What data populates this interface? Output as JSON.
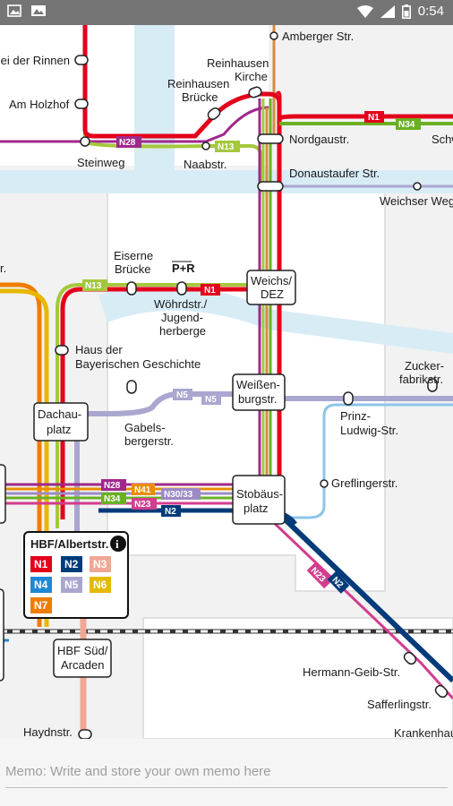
{
  "status_bar": {
    "time": "0:54"
  },
  "map": {
    "stations": {
      "amberger": "Amberger Str.",
      "bei_der_rinnen": "Bei der Rinnen",
      "reinhausen_kirche_1": "Reinhausen",
      "reinhausen_kirche_2": "Kirche",
      "reinhausen_bruecke_1": "Reinhausen",
      "reinhausen_bruecke_2": "Brücke",
      "am_holzhof": "Am Holzhof",
      "steinweg": "Steinweg",
      "naabstr": "Naabstr.",
      "nordgaustr": "Nordgaustr.",
      "donaustaufer": "Donaustaufer Str.",
      "weichser_weg": "Weichser Weg",
      "schw": "Schw",
      "eiserne_1": "Eiserne",
      "eiserne_2": "Brücke",
      "pr": "P+R",
      "woehrd_1": "Wöhrdstr./",
      "woehrd_2": "Jugend-",
      "woehrd_3": "herberge",
      "weichs_1": "Weichs/",
      "weichs_2": "DEZ",
      "haus_1": "Haus der",
      "haus_2": "Bayerischen Geschichte",
      "zucker_1": "Zucker-",
      "zucker_2": "fabrikstr.",
      "weissen_1": "Weißen-",
      "weissen_2": "burgstr.",
      "dachau_1": "Dachau-",
      "dachau_2": "platz",
      "gabels_1": "Gabels-",
      "gabels_2": "bergerstr.",
      "prinz_1": "Prinz-",
      "prinz_2": "Ludwig-Str.",
      "greflinger": "Greflingerstr.",
      "stobaeus_1": "Stobäus-",
      "stobaeus_2": "platz",
      "hbf_title": "HBF/Albertstr.",
      "hbf_sued_1": "HBF Süd/",
      "hbf_sued_2": "Arcaden",
      "hermann": "Hermann-Geib-Str.",
      "safferling": "Safferlingstr.",
      "haydnstr": "Haydnstr.",
      "krankenhaus": "Krankenhaus",
      "str_partial": "r."
    },
    "line_tags": {
      "n1_a": "N1",
      "n34_a": "N34",
      "n28_a": "N28",
      "n13_a": "N13",
      "n13_b": "N13",
      "n1_b": "N1",
      "n5_a": "N5",
      "n5_b": "N5",
      "n28_b": "N28",
      "n41": "N41",
      "n34_b": "N34",
      "n23_a": "N23",
      "n3033": "N30/33",
      "n2_a": "N2",
      "n23_b": "N23",
      "n2_b": "N2"
    },
    "hbf_lines": [
      "N1",
      "N2",
      "N3",
      "N4",
      "N5",
      "N6",
      "N7"
    ],
    "colors": {
      "N1": "#e3001b",
      "N2": "#003b7a",
      "N3": "#f0a796",
      "N4": "#1e88d6",
      "N5": "#a9a6cf",
      "N6": "#e6b800",
      "N7": "#ef7d00",
      "N13": "#a4c83c",
      "N23": "#d43c8e",
      "N28": "#a0288c",
      "N30_33": "#9c8ac6",
      "N34": "#6ab023",
      "N41": "#e98d00",
      "river": "#d8ecf6",
      "brown": "#d68a45"
    },
    "legend_icon": "info-icon"
  },
  "memo": {
    "placeholder": "Memo: Write and store your own memo here"
  }
}
